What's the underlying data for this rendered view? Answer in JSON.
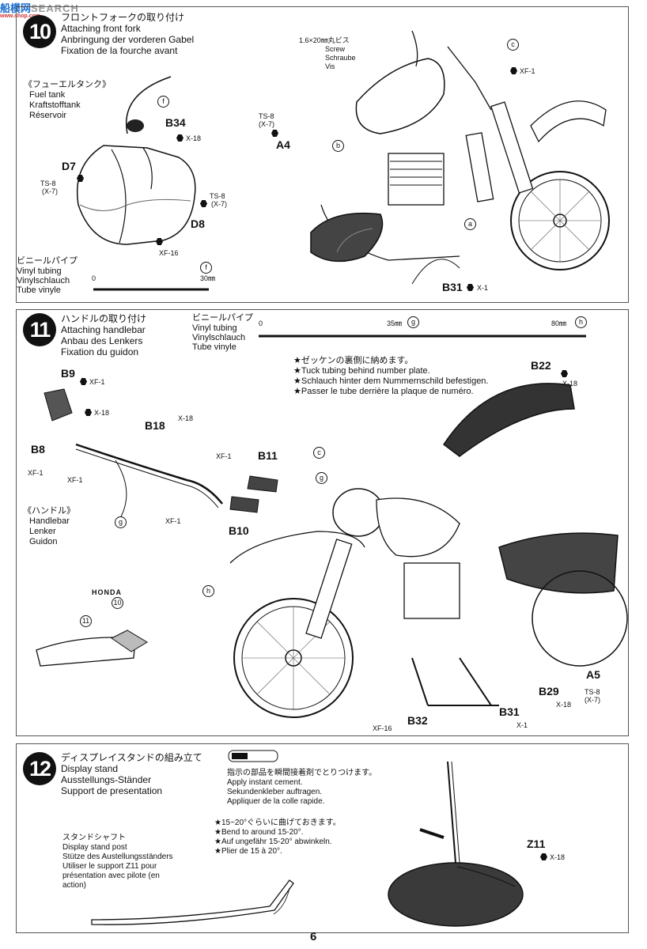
{
  "watermark": {
    "brand_a": "船模网",
    "brand_b": "SEARCH",
    "url": "www.shop.com"
  },
  "page_number": "6",
  "step10": {
    "number": "10",
    "title": [
      "フロントフォークの取り付け",
      "Attaching front fork",
      "Anbringung der vorderen Gabel",
      "Fixation de la fourche avant"
    ],
    "fuel_tank": [
      "《フューエルタンク》",
      "Fuel tank",
      "Kraftstofftank",
      "Réservoir"
    ],
    "screw": [
      "1.6×20㎜丸ビス",
      "Screw",
      "Schraube",
      "Vis"
    ],
    "vinyl": [
      "ビニールパイプ",
      "Vinyl tubing",
      "Vinylschlauch",
      "Tube vinyle"
    ],
    "scale_start": "0",
    "scale_end": "30㎜",
    "scale_tag": "f",
    "parts": {
      "b34": "B34",
      "d7": "D7",
      "d8": "D8",
      "a4": "A4",
      "b31": "B31"
    },
    "paints": {
      "x18": "X-18",
      "ts8": "TS-8",
      "x7": "(X-7)",
      "xf16": "XF-16",
      "xf1": "XF-1",
      "x1": "X-1"
    },
    "tags": {
      "f": "f",
      "c": "c",
      "b": "b",
      "a": "a"
    }
  },
  "step11": {
    "number": "11",
    "title": [
      "ハンドルの取り付け",
      "Attaching handlebar",
      "Anbau des Lenkers",
      "Fixation du guidon"
    ],
    "vinyl": [
      "ビニールパイプ",
      "Vinyl tubing",
      "Vinylschlauch",
      "Tube vinyle"
    ],
    "scale_start": "0",
    "scale_mid": "35㎜",
    "scale_mid_tag": "g",
    "scale_end": "80㎜",
    "scale_end_tag": "h",
    "notes": [
      "★ゼッケンの裏側に納めます。",
      "★Tuck tubing behind number plate.",
      "★Schlauch hinter dem Nummernschild befestigen.",
      "★Passer le tube derrière la plaque de numéro."
    ],
    "handlebar": [
      "《ハンドル》",
      "Handlebar",
      "Lenker",
      "Guidon"
    ],
    "parts": {
      "b9": "B9",
      "b8": "B8",
      "b18": "B18",
      "b11": "B11",
      "b10": "B10",
      "b22": "B22",
      "a5": "A5",
      "b29": "B29",
      "b31": "B31",
      "b32": "B32"
    },
    "paints": {
      "xf1": "XF-1",
      "x18": "X-18",
      "ts8": "TS-8",
      "x7": "(X-7)",
      "xf16": "XF-16",
      "x1": "X-1"
    },
    "tags": {
      "c": "c",
      "g": "g",
      "h": "h"
    },
    "brand": "HONDA",
    "decal_10": "10",
    "decal_11": "11"
  },
  "step12": {
    "number": "12",
    "title": [
      "ディスプレイスタンドの組み立て",
      "Display stand",
      "Ausstellungs-Ständer",
      "Support de presentation"
    ],
    "cement": [
      "指示の部品を瞬間接着剤でとりつけます。",
      "Apply instant cement.",
      "Sekundenkleber auftragen.",
      "Appliquer de la colle rapide."
    ],
    "bend": [
      "★15~20°ぐらいに曲げておきます。",
      "★Bend to around 15-20°.",
      "★Auf ungefähr 15-20° abwinkeln.",
      "★Plier de 15 à 20°."
    ],
    "shaft": [
      "スタンドシャフト",
      "Display stand post",
      "Stütze des Austellungsständers",
      "Utiliser le support Z11 pour",
      "présentation avec pilote (en",
      "action)"
    ],
    "parts": {
      "z11": "Z11"
    },
    "paints": {
      "x18": "X-18"
    }
  }
}
